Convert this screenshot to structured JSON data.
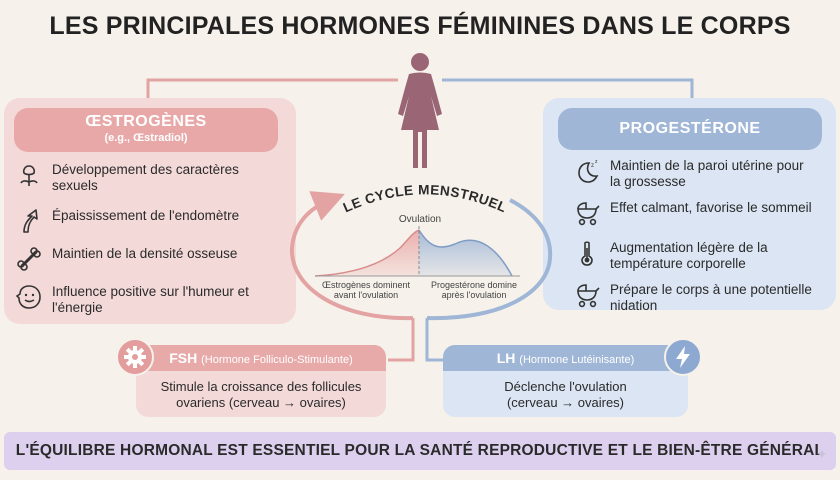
{
  "title": "LES PRINCIPALES HORMONES FÉMININES DANS LE CORPS",
  "figure_icon": "woman-silhouette-icon",
  "estrogen": {
    "name": "ŒSTROGÈNES",
    "subtitle": "(e.g., Œstradiol)",
    "color": "#e9a8a8",
    "items": [
      {
        "icon": "flower-icon",
        "text": "Développement des caractères sexuels"
      },
      {
        "icon": "arrow-up-icon",
        "text": "Épaississement de l'endomètre"
      },
      {
        "icon": "bone-icon",
        "text": "Maintien de la densité osseuse"
      },
      {
        "icon": "smiley-icon",
        "text": "Influence positive sur l'humeur et l'énergie"
      }
    ]
  },
  "progesterone": {
    "name": "PROGESTÉRONE",
    "color": "#9fb6d6",
    "items": [
      {
        "icon": "moon-sleep-icon",
        "text": "Maintien de la paroi utérine pour la grossesse"
      },
      {
        "icon": "stroller-icon",
        "text": "Effet calmant, favorise le sommeil"
      },
      {
        "icon": "thermometer-icon",
        "text": "Augmentation légère de la température corporelle"
      },
      {
        "icon": "stroller-icon",
        "text": "Prépare le corps à une potentielle nidation"
      }
    ]
  },
  "cycle": {
    "title": "LE CYCLE MENSTRUEL",
    "ovulation_label": "Ovulation",
    "left_label_1": "Œstrogènes dominent",
    "left_label_2": "avant l'ovulation",
    "right_label_1": "Progestérone domine",
    "right_label_2": "après l'ovulation"
  },
  "fsh": {
    "abbr": "FSH",
    "full": "(Hormone Folliculo-Stimulante)",
    "icon": "gear-icon",
    "line1": "Stimule la croissance des follicules",
    "line2": "ovariens (cerveau → ovaires)"
  },
  "lh": {
    "abbr": "LH",
    "full": "(Hormone Lutéinisante)",
    "icon": "lightning-icon",
    "line1": "Déclenche l'ovulation",
    "line2": "(cerveau → ovaires)"
  },
  "banner": "L'ÉQUILIBRE HORMONAL EST ESSENTIEL POUR LA SANTÉ REPRODUCTIVE ET LE BIEN-ÊTRE GÉNÉRAL"
}
